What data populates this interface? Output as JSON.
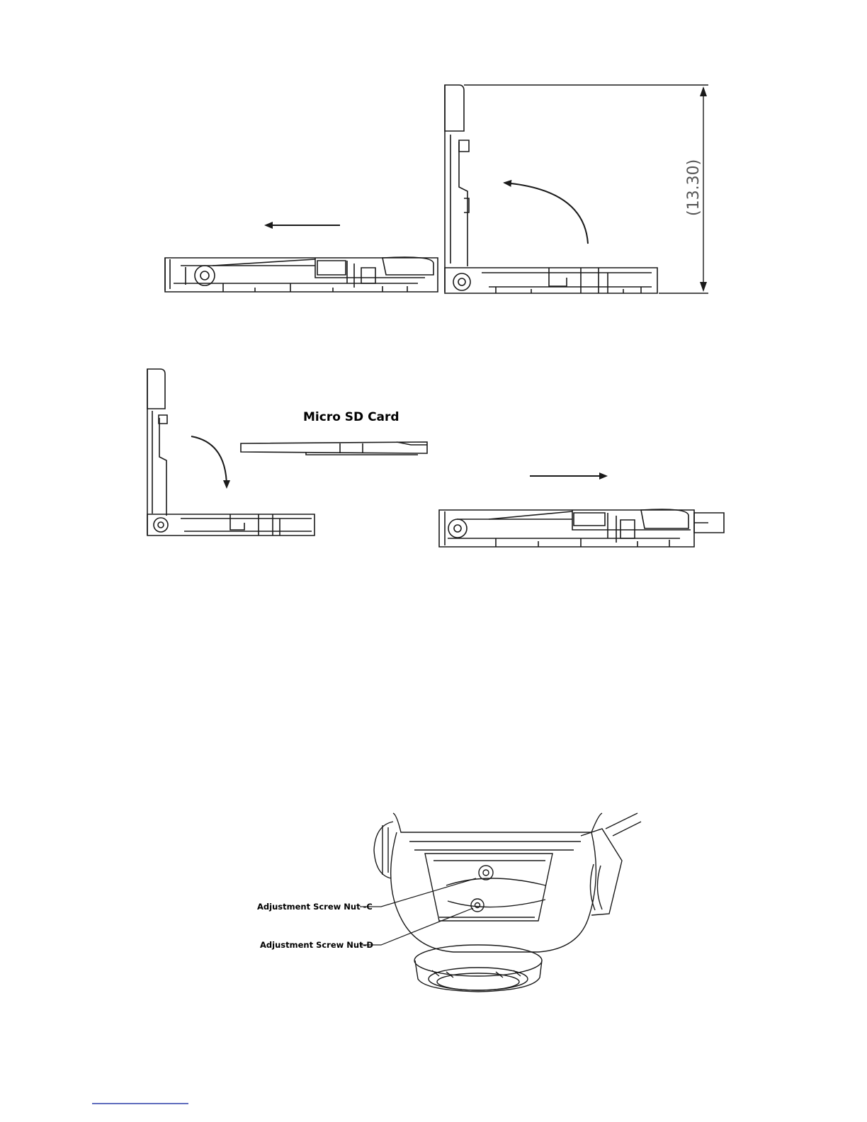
{
  "figure1": {
    "dimension_label": "(13.30)"
  },
  "figure2": {
    "card_label": "Micro SD Card"
  },
  "figure3": {
    "callout_c": "Adjustment Screw Nut -C",
    "callout_d": "Adjustment Screw Nut-D"
  },
  "colors": {
    "line": "#1a1a1a",
    "link_underline": "#2b3fa8"
  }
}
